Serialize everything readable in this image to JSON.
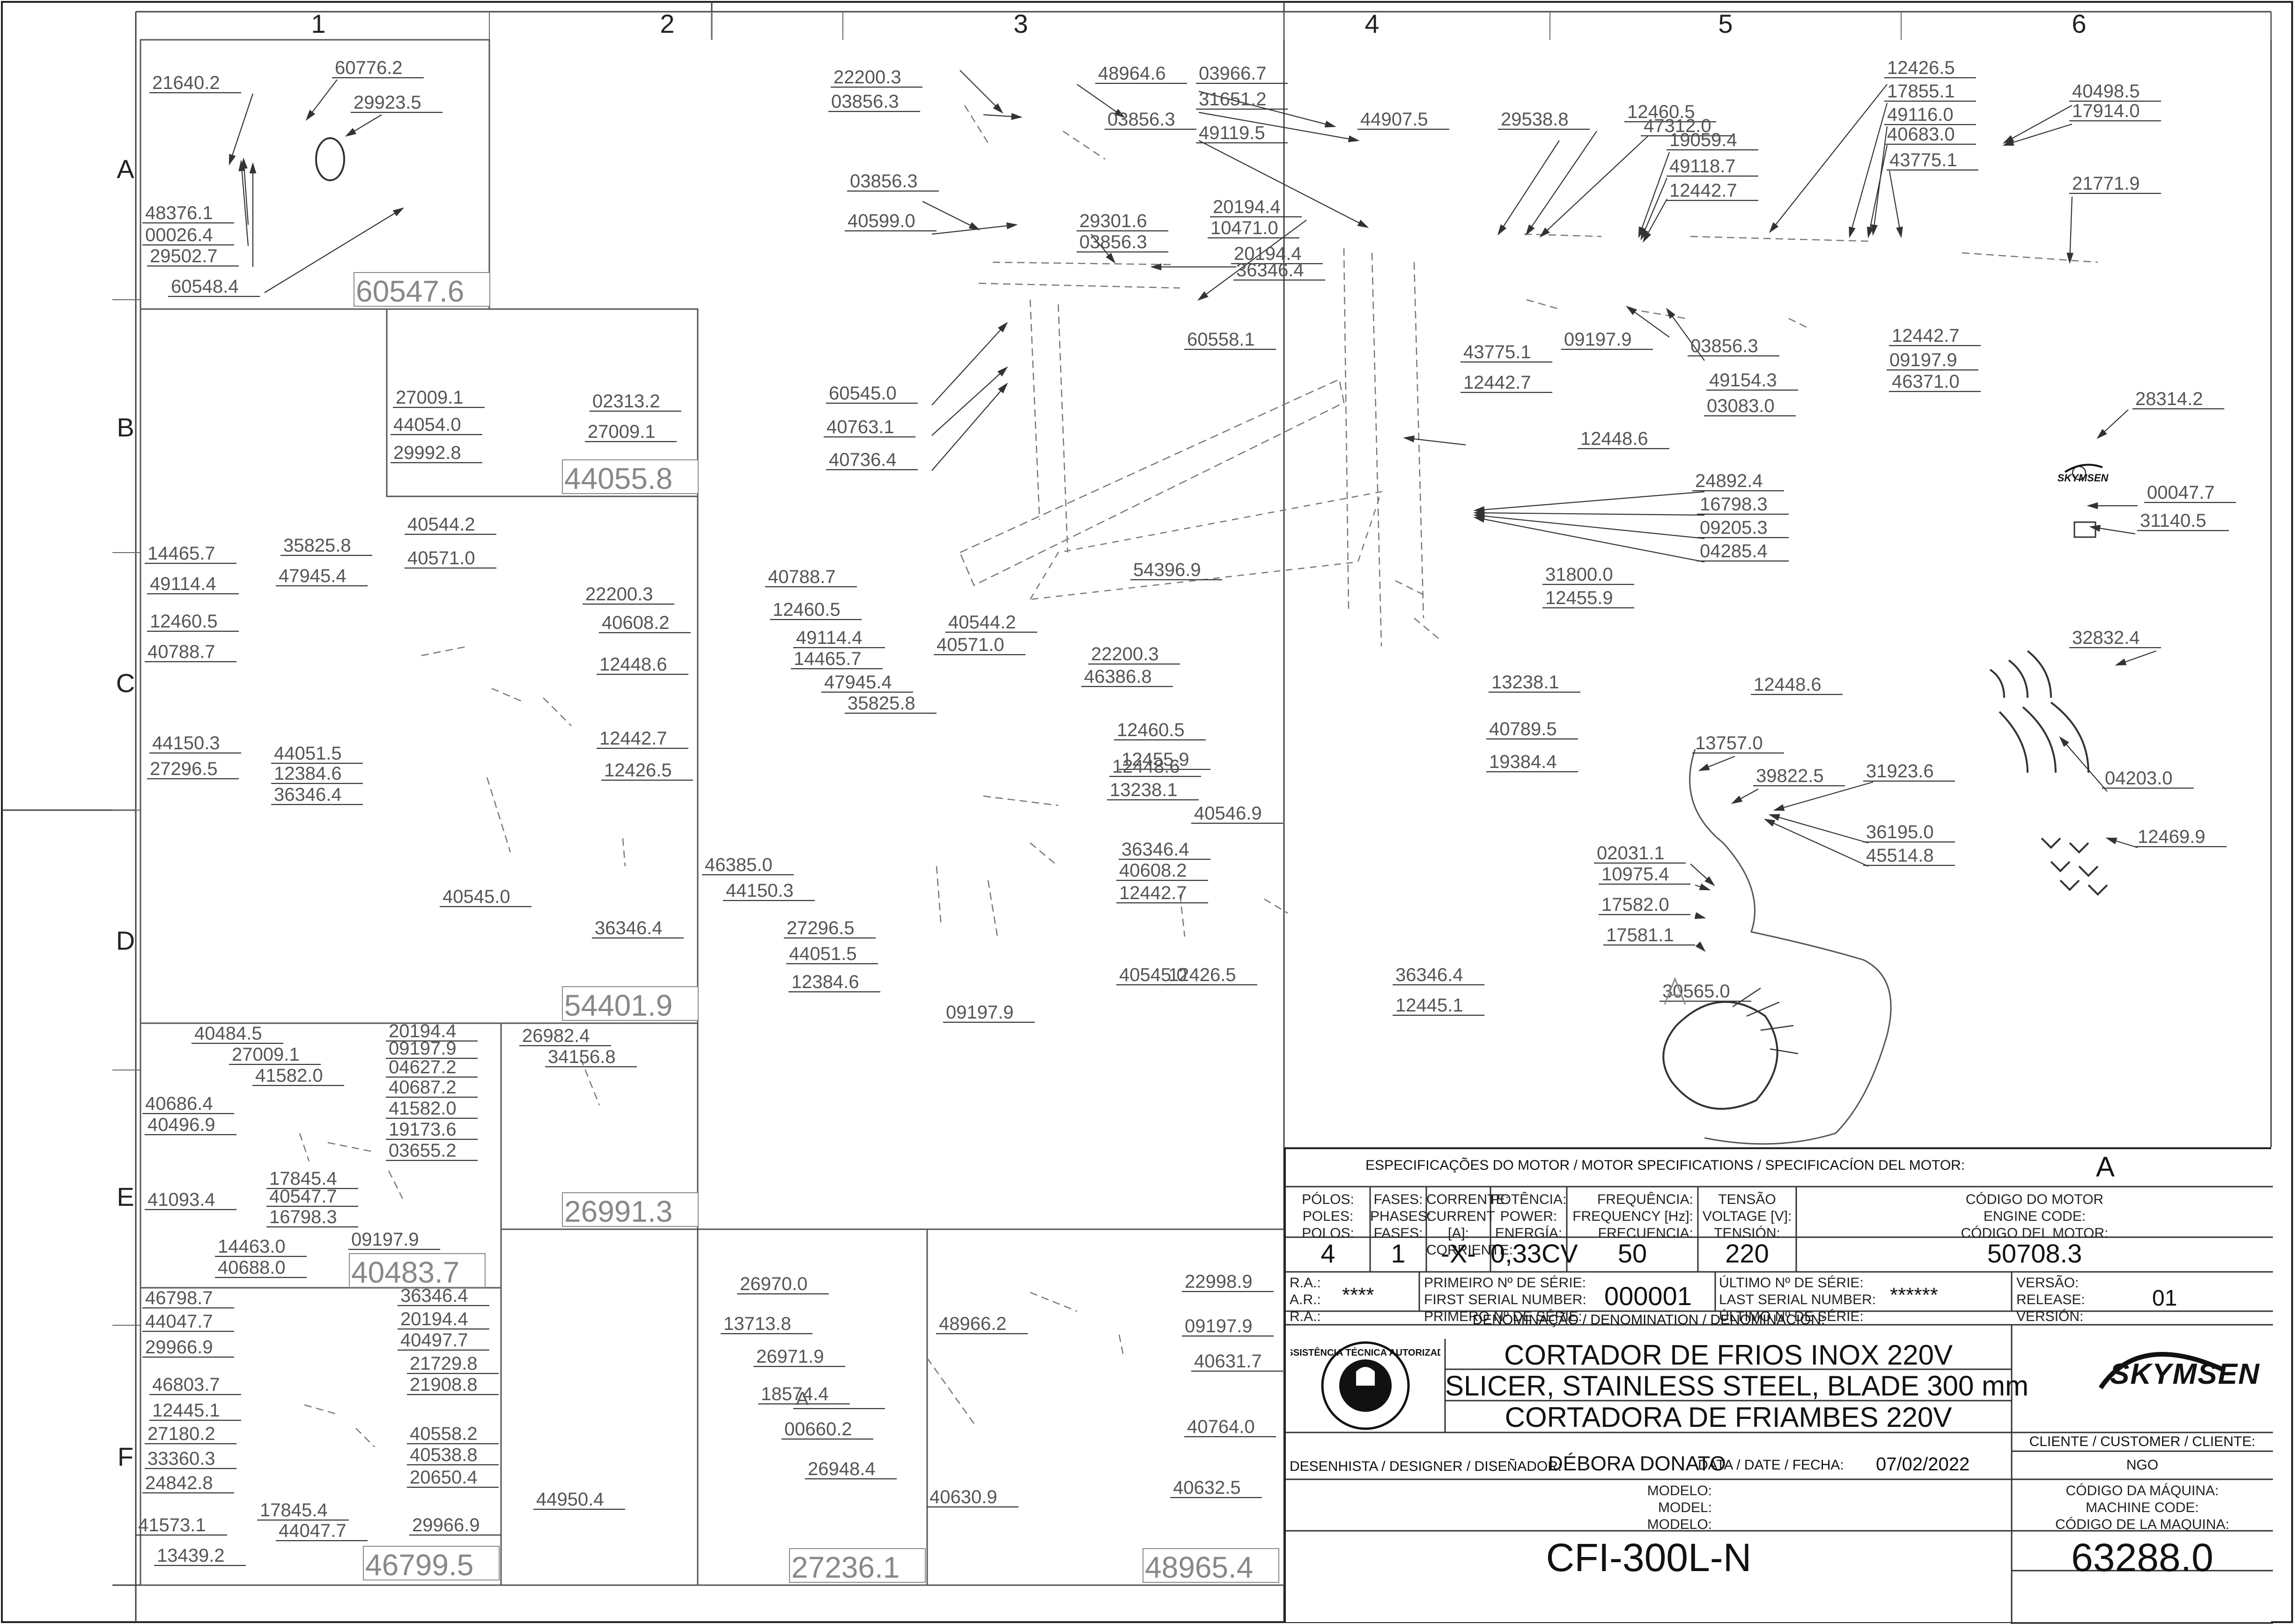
{
  "grid": {
    "columns": [
      "1",
      "2",
      "3",
      "4",
      "5",
      "6"
    ],
    "rows": [
      "A",
      "B",
      "C",
      "D",
      "E",
      "F"
    ]
  },
  "callouts": [
    "21640.2",
    "60776.2",
    "29923.5",
    "48376.1",
    "00026.4",
    "29502.7",
    "60548.4",
    "27009.1",
    "44054.0",
    "29992.8",
    "02313.2",
    "27009.1",
    "14465.7",
    "35825.8",
    "49114.4",
    "47945.4",
    "12460.5",
    "40788.7",
    "40544.2",
    "40571.0",
    "22200.3",
    "40608.2",
    "12448.6",
    "44150.3",
    "27296.5",
    "44051.5",
    "12384.6",
    "36346.4",
    "12442.7",
    "12426.5",
    "40545.0",
    "36346.4",
    "40484.5",
    "27009.1",
    "40686.4",
    "40496.9",
    "41582.0",
    "20194.4",
    "09197.9",
    "04627.2",
    "40687.2",
    "41582.0",
    "19173.6",
    "03655.2",
    "41093.4",
    "17845.4",
    "40547.7",
    "16798.3",
    "14463.0",
    "40688.0",
    "09197.9",
    "26982.4",
    "34156.8",
    "46798.7",
    "44047.7",
    "29966.9",
    "46803.7",
    "12445.1",
    "27180.2",
    "33360.3",
    "24842.8",
    "41573.1",
    "13439.2",
    "36346.4",
    "20194.4",
    "40497.7",
    "21729.8",
    "21908.8",
    "40558.2",
    "40538.8",
    "20650.4",
    "17845.4",
    "44047.7",
    "29966.9",
    "26970.0",
    "13713.8",
    "26971.9",
    "18574.4",
    "00660.2",
    "26948.4",
    "44950.4",
    "48966.2",
    "22998.9",
    "09197.9",
    "40631.7",
    "40764.0",
    "40632.5",
    "40630.9",
    "22200.3",
    "03856.3",
    "48964.6",
    "03966.7",
    "31651.2",
    "49119.5",
    "03856.3",
    "03856.3",
    "40599.0",
    "29301.6",
    "03856.3",
    "20194.4",
    "10471.0",
    "20194.4",
    "36346.4",
    "60558.1",
    "60545.0",
    "40763.1",
    "40736.4",
    "54396.9",
    "40788.7",
    "12460.5",
    "49114.4",
    "14465.7",
    "47945.4",
    "35825.8",
    "40544.2",
    "40571.0",
    "22200.3",
    "46386.8",
    "12460.5",
    "12455.9",
    "12448.6",
    "13238.1",
    "40546.9",
    "46385.0",
    "44150.3",
    "27296.5",
    "44051.5",
    "12384.6",
    "36346.4",
    "40608.2",
    "12442.7",
    "12426.5",
    "09197.9",
    "40545.0",
    "36346.4",
    "12445.1",
    "44907.5",
    "29538.8",
    "47312.0",
    "12460.5",
    "19059.4",
    "49118.7",
    "12442.7",
    "12426.5",
    "17855.1",
    "49116.0",
    "40683.0",
    "43775.1",
    "09197.9",
    "03856.3",
    "49154.3",
    "03083.0",
    "12442.7",
    "09197.9",
    "46371.0",
    "43775.1",
    "12442.7",
    "12448.6",
    "24892.4",
    "16798.3",
    "09205.3",
    "04285.4",
    "31800.0",
    "12455.9",
    "13238.1",
    "40789.5",
    "19384.4",
    "12448.6",
    "40498.5",
    "17914.0",
    "21771.9",
    "28314.2",
    "00047.7",
    "31140.5",
    "32832.4",
    "04203.0",
    "12469.9",
    "13757.0",
    "39822.5",
    "31923.6",
    "36195.0",
    "45514.8",
    "02031.1",
    "10975.4",
    "17582.0",
    "17581.1",
    "30565.0",
    "A"
  ],
  "sub_assembly_codes": [
    "60547.6",
    "44055.8",
    "54401.9",
    "26991.3",
    "40483.7",
    "46799.5",
    "27236.1",
    "48965.4"
  ],
  "brand": "SKYMSEN",
  "stamp_text": "ASSISTÊNCIA TÉCNICA AUTORIZADA",
  "title_block": {
    "motor_header": "ESPECIFICAÇÕES DO MOTOR / MOTOR SPECIFICATIONS / SPECIFICACÍON DEL MOTOR:",
    "motor_letter": "A",
    "poles_label": [
      "PÓLOS:",
      "POLES:",
      "POLOS:"
    ],
    "phases_label": [
      "FASES:",
      "PHASES:",
      "FASES:"
    ],
    "current_label": [
      "CORRENTE:",
      "CURRENT [A]:",
      "CORRIENTE:"
    ],
    "power_label": [
      "POTÊNCIA:",
      "POWER:",
      "ENERGÍA:"
    ],
    "frequency_label": [
      "FREQUÊNCIA:",
      "FREQUENCY [Hz]:",
      "FRECUENCIA:"
    ],
    "voltage_label": [
      "TENSÃO",
      "VOLTAGE [V]:",
      "TENSIÓN:"
    ],
    "motor_code_label": [
      "CÓDIGO DO MOTOR",
      "ENGINE CODE:",
      "CÓDIGO DEL MOTOR:"
    ],
    "poles": "4",
    "phases": "1",
    "current": "-X-",
    "power": "0,33CV",
    "frequency": "50",
    "voltage": "220",
    "motor_code": "50708.3",
    "ra_label": [
      "R.A.:",
      "A.R.:",
      "R.A.:"
    ],
    "ra_value": "****",
    "first_serial_label": [
      "PRIMEIRO Nº DE SÉRIE:",
      "FIRST SERIAL NUMBER:",
      "PRIMERO Nº DE SÉRIE:"
    ],
    "first_serial": "000001",
    "last_serial_label": [
      "ÚLTIMO Nº DE SÉRIE:",
      "LAST SERIAL NUMBER:",
      "ÚLTIMO Nº DE SÉRIE:"
    ],
    "last_serial": "******",
    "version_label": [
      "VERSÃO:",
      "RELEASE:",
      "VERSIÓN:"
    ],
    "version": "01",
    "denomination_label": "DENOMINAÇÃO / DENOMINATION / DENOMINACIÓN:",
    "denomination": [
      "CORTADOR DE FRIOS INOX 220V",
      "SLICER, STAINLESS STEEL, BLADE 300 mm",
      "CORTADORA DE FRIAMBES 220V"
    ],
    "designer_label": "DESENHISTA / DESIGNER / DISEÑADOR:",
    "designer": "DÉBORA DONATO",
    "date_label": "DATA / DATE / FECHA:",
    "date": "07/02/2022",
    "customer_label": "CLIENTE / CUSTOMER / CLIENTE:",
    "customer": "NGO",
    "model_label": [
      "MODELO:",
      "MODEL:",
      "MODELO:"
    ],
    "model": "CFI-300L-N",
    "machine_code_label": [
      "CÓDIGO DA MÁQUINA:",
      "MACHINE CODE:",
      "CÓDIGO DE LA MAQUINA:"
    ],
    "machine_code": "63288.0"
  }
}
